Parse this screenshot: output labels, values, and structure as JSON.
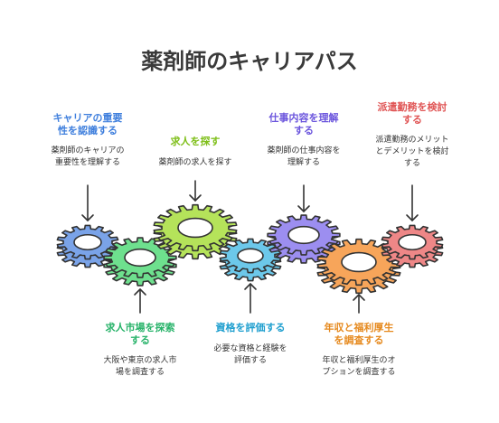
{
  "title": "薬剤師のキャリアパス",
  "steps": [
    {
      "label": "キャリアの重要\n性を認識する",
      "desc": "薬剤師のキャリアの\n重要性を理解する",
      "color": "#3f7fdd"
    },
    {
      "label": "求人市場を探索\nする",
      "desc": "大阪や東京の求人市\n場を調査する",
      "color": "#28b36a"
    },
    {
      "label": "求人を探す",
      "desc": "薬剤師の求人を探す",
      "color": "#7fbf1a"
    },
    {
      "label": "資格を評価する",
      "desc": "必要な資格と経験を\n評価する",
      "color": "#1f9fcf"
    },
    {
      "label": "仕事内容を理解\nする",
      "desc": "薬剤師の仕事内容を\n理解する",
      "color": "#6b55dd"
    },
    {
      "label": "年収と福利厚生\nを調査する",
      "desc": "年収と福利厚生のオ\nプションを調査する",
      "color": "#e68a1f"
    },
    {
      "label": "派遣勤務を検討\nする",
      "desc": "派遣勤務のメリット\nとデメリットを検討\nする",
      "color": "#e05555"
    }
  ],
  "gear_colors": {
    "blue": "#7aa3e8",
    "green": "#6ee08e",
    "lime": "#b5e35a",
    "cyan": "#6cc8ea",
    "purple": "#9c8ef0",
    "orange": "#f7a55a",
    "red": "#ee8787"
  }
}
